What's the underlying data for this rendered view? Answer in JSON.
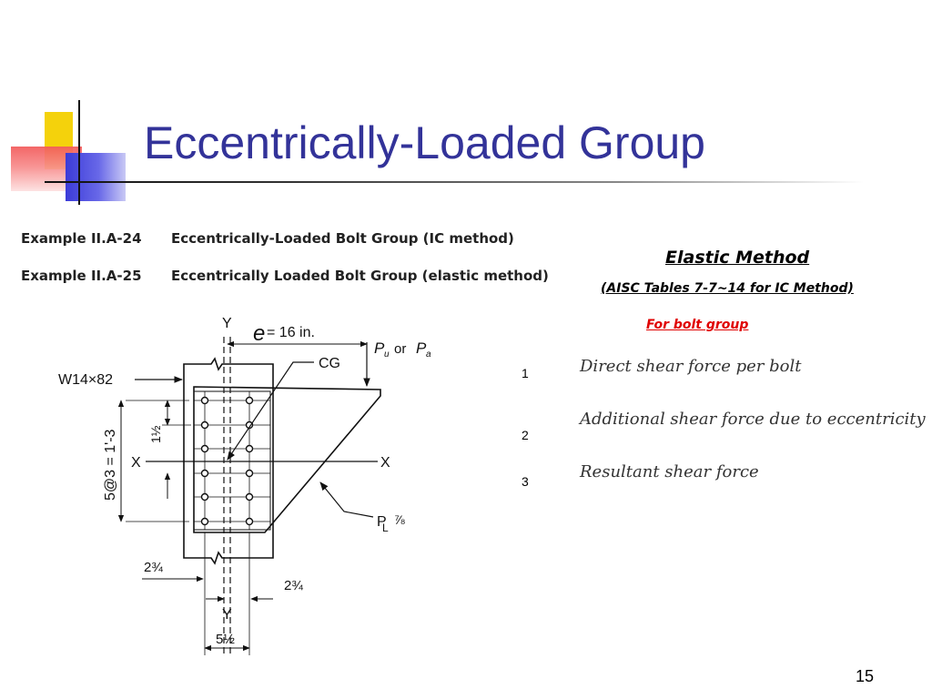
{
  "title": "Eccentrically-Loaded Group",
  "examples": [
    {
      "number": "Example II.A-24",
      "description": "Eccentrically-Loaded Bolt Group (IC method)"
    },
    {
      "number": "Example II.A-25",
      "description": "Eccentrically Loaded Bolt Group (elastic method)"
    }
  ],
  "method": {
    "title": "Elastic Method",
    "subtitle": "(AISC Tables 7-7~14 for IC Method)",
    "group_label": "For bolt group"
  },
  "steps": [
    {
      "index": "1",
      "text": "Direct shear force per bolt"
    },
    {
      "index": "2",
      "text": "Additional shear force due to eccentricity"
    },
    {
      "index": "3",
      "text": "Resultant shear force"
    }
  ],
  "diagram": {
    "y_label_top": "Y",
    "y_label_bottom": "Y",
    "x_label_left": "X",
    "x_label_right": "X",
    "e_symbol": "e",
    "e_value": "= 16 in.",
    "cg": "CG",
    "load_p": "P",
    "load_u": "u",
    "load_or": "or",
    "load_a": "a",
    "member": "W14×82",
    "spacing": "5@3 = 1'-3",
    "bolt_pitch": "1½",
    "edge_left": "2¾",
    "edge_right": "2¾",
    "gage": "5½",
    "plate_main": "P",
    "plate_sub": "L",
    "plate_thk": "⅞"
  },
  "page_number": "15"
}
